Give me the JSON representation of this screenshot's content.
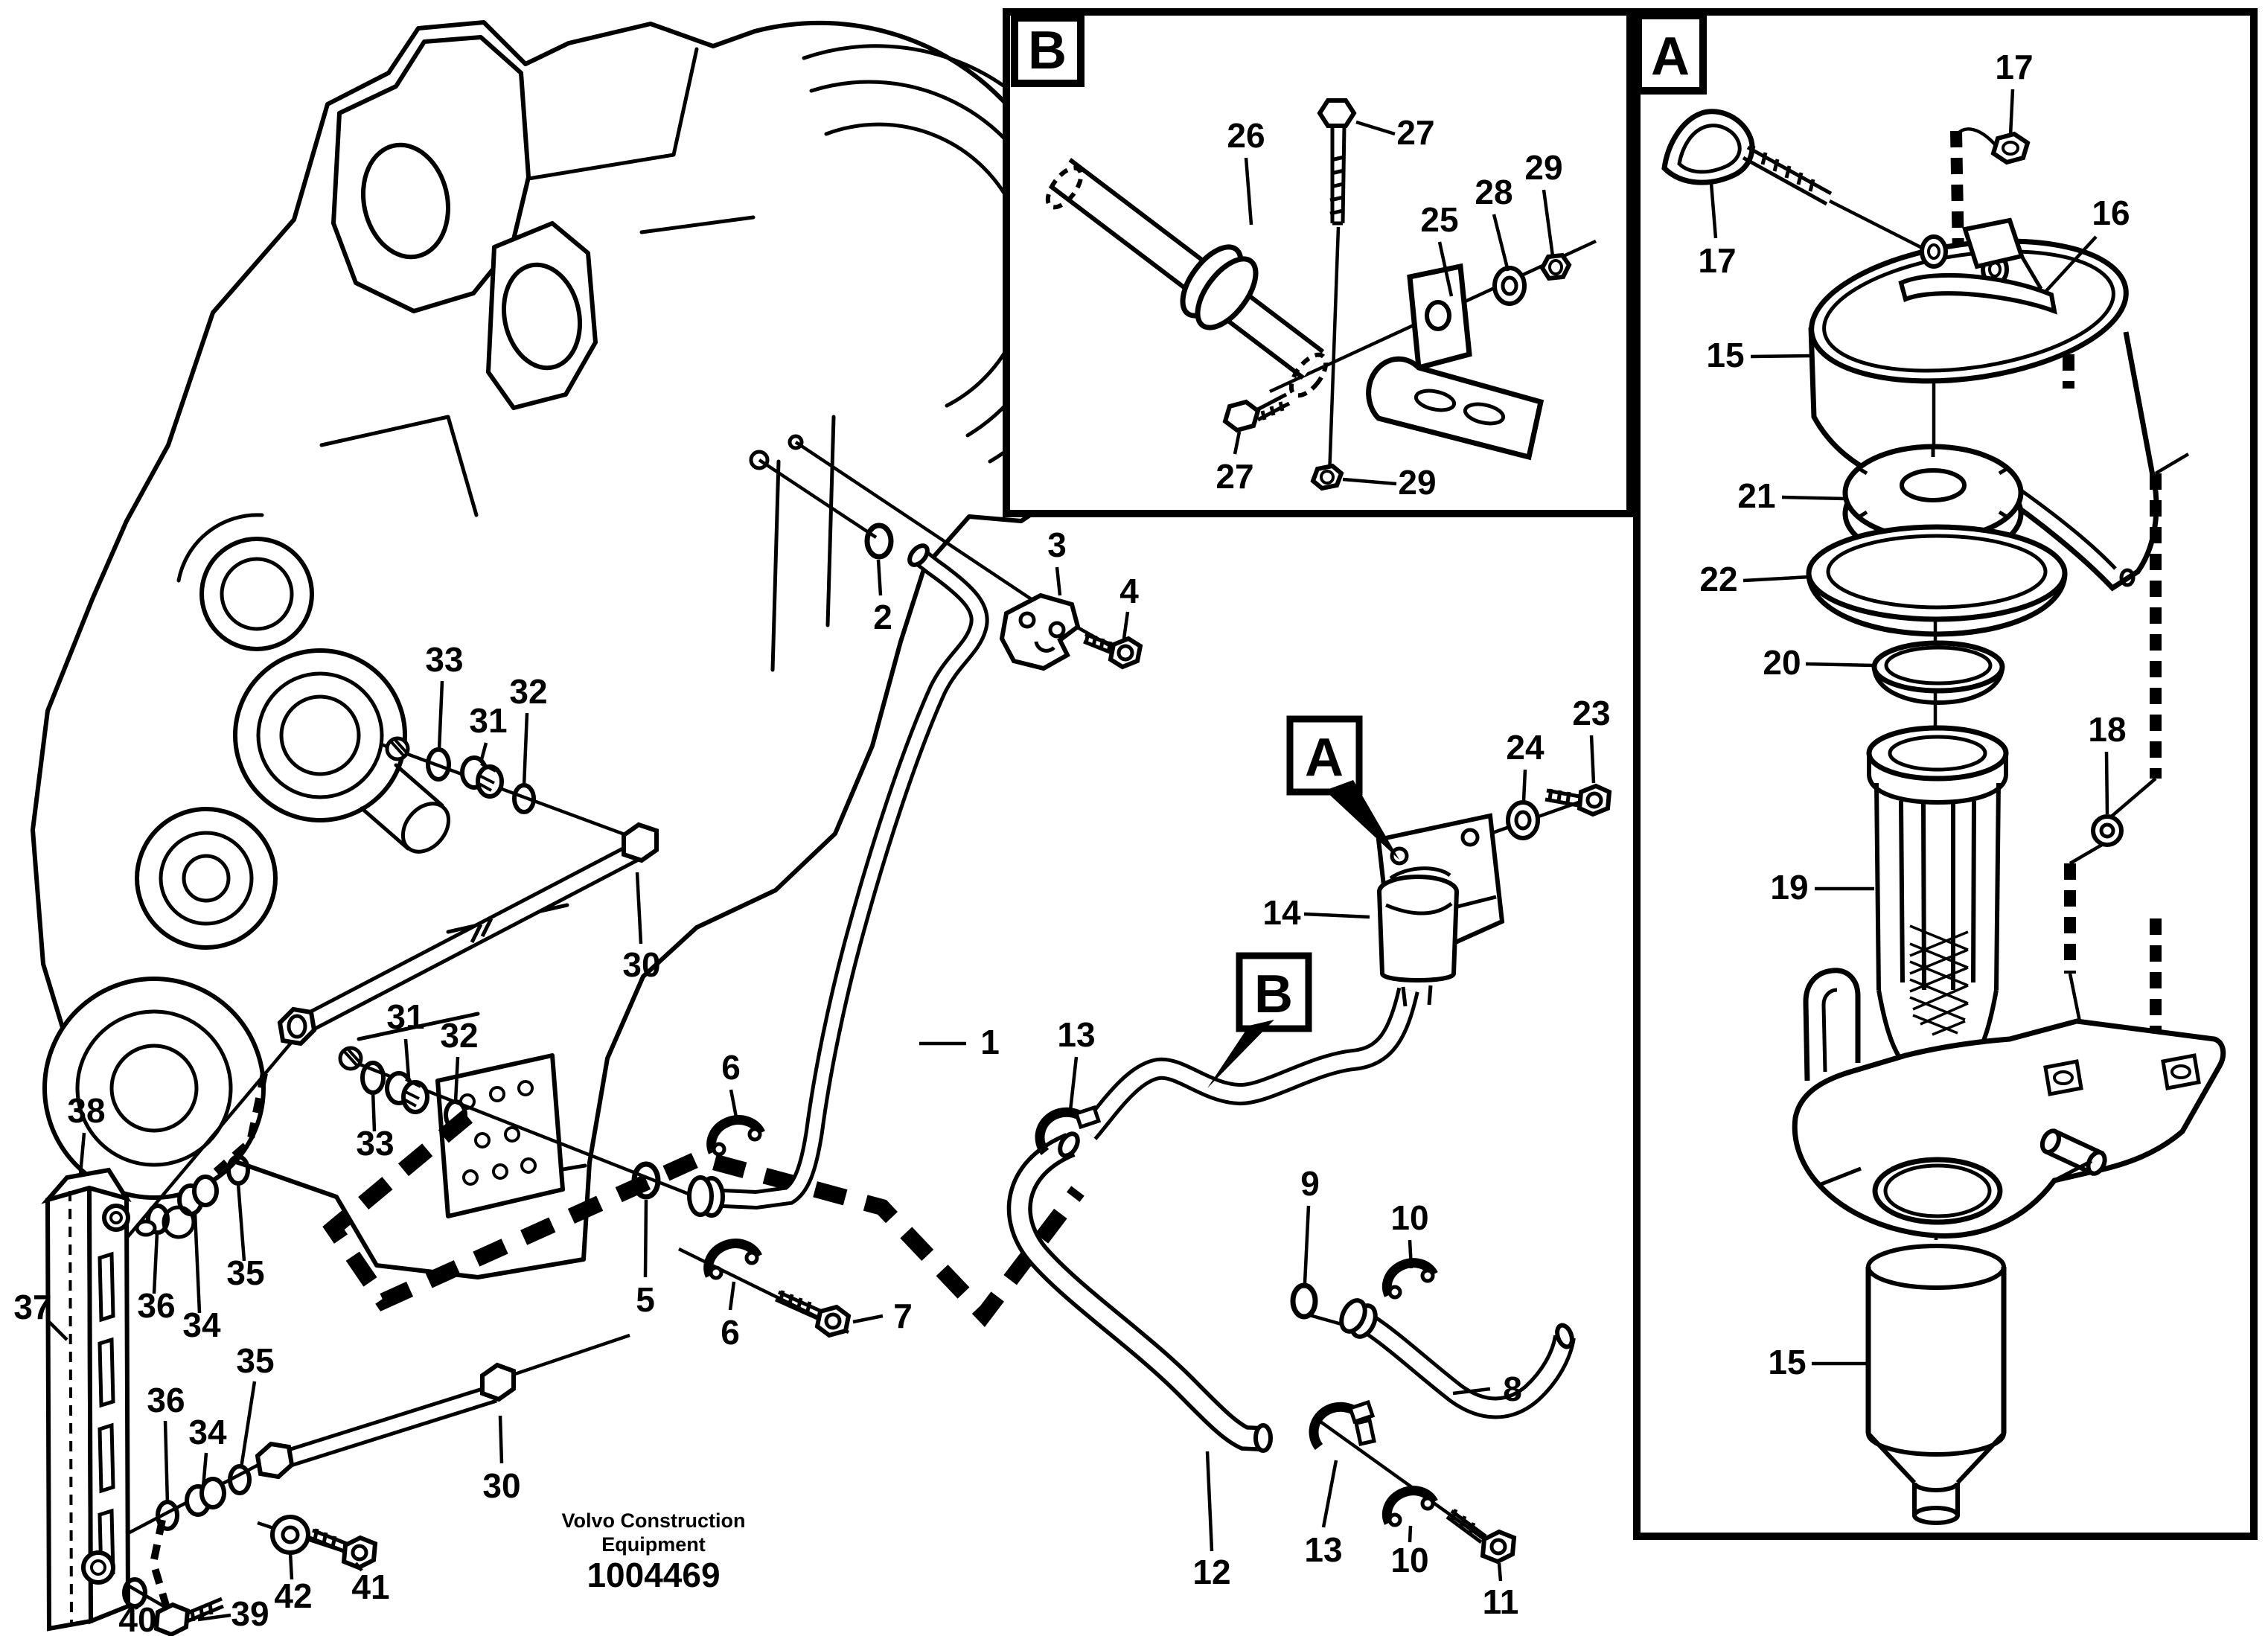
{
  "document": {
    "type": "exploded-parts-diagram",
    "brand_line1": "Volvo Construction",
    "brand_line2": "Equipment",
    "figure_number": "1004469",
    "line_color": "#000000",
    "background_color": "#ffffff"
  },
  "insets": {
    "a": {
      "letter": "A"
    },
    "b": {
      "letter": "B"
    }
  },
  "callouts": {
    "a": {
      "letter": "A"
    },
    "b": {
      "letter": "B"
    }
  },
  "part_numbers_visible": [
    "1",
    "2",
    "3",
    "4",
    "5",
    "6",
    "7",
    "8",
    "9",
    "10",
    "11",
    "12",
    "13",
    "14",
    "15",
    "16",
    "17",
    "18",
    "19",
    "20",
    "21",
    "22",
    "23",
    "24",
    "25",
    "26",
    "27",
    "28",
    "29",
    "30",
    "31",
    "32",
    "33",
    "34",
    "35",
    "36",
    "37",
    "38",
    "39",
    "40",
    "41",
    "42"
  ],
  "labels": [
    {
      "text": "1"
    },
    {
      "text": "2"
    },
    {
      "text": "3"
    },
    {
      "text": "4"
    },
    {
      "text": "5"
    },
    {
      "text": "6"
    },
    {
      "text": "6"
    },
    {
      "text": "7"
    },
    {
      "text": "8"
    },
    {
      "text": "9"
    },
    {
      "text": "10"
    },
    {
      "text": "10"
    },
    {
      "text": "11"
    },
    {
      "text": "12"
    },
    {
      "text": "13"
    },
    {
      "text": "13"
    },
    {
      "text": "14"
    },
    {
      "text": "23"
    },
    {
      "text": "24"
    },
    {
      "text": "30"
    },
    {
      "text": "30"
    },
    {
      "text": "31"
    },
    {
      "text": "31"
    },
    {
      "text": "32"
    },
    {
      "text": "32"
    },
    {
      "text": "33"
    },
    {
      "text": "33"
    },
    {
      "text": "34"
    },
    {
      "text": "34"
    },
    {
      "text": "35"
    },
    {
      "text": "35"
    },
    {
      "text": "36"
    },
    {
      "text": "36"
    },
    {
      "text": "37"
    },
    {
      "text": "38"
    },
    {
      "text": "39"
    },
    {
      "text": "40"
    },
    {
      "text": "41"
    },
    {
      "text": "42"
    },
    {
      "text": "26"
    },
    {
      "text": "27"
    },
    {
      "text": "25"
    },
    {
      "text": "28"
    },
    {
      "text": "29"
    },
    {
      "text": "27"
    },
    {
      "text": "29"
    },
    {
      "text": "17"
    },
    {
      "text": "16"
    },
    {
      "text": "17"
    },
    {
      "text": "15"
    },
    {
      "text": "21"
    },
    {
      "text": "22"
    },
    {
      "text": "20"
    },
    {
      "text": "19"
    },
    {
      "text": "18"
    },
    {
      "text": "15"
    }
  ]
}
